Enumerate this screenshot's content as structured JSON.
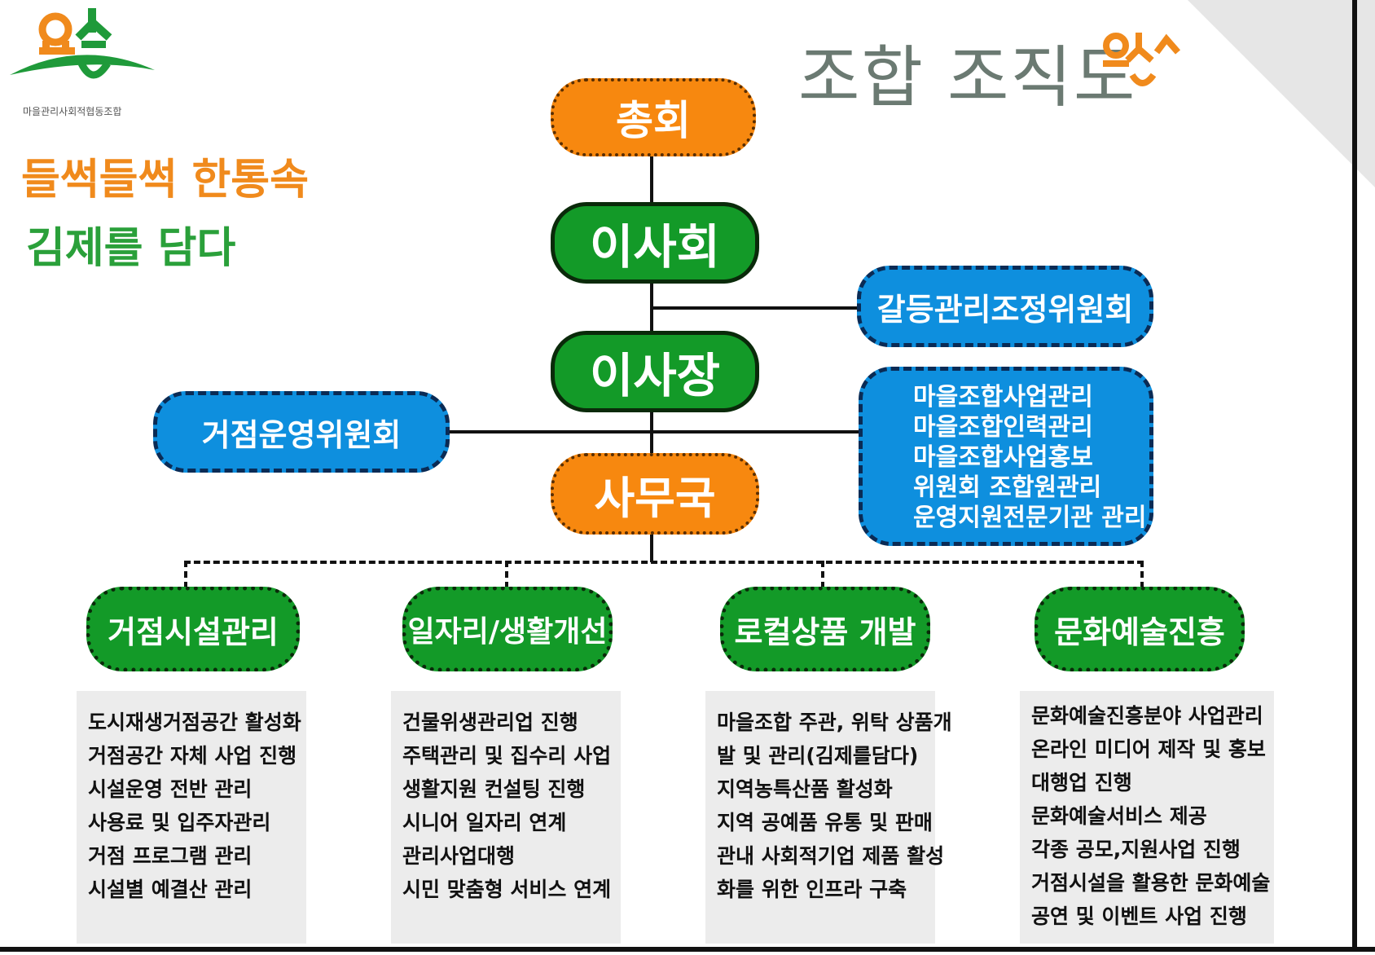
{
  "logo": {
    "subtitle": "마을관리사회적협동조합"
  },
  "slogan": {
    "line1": "들썩들썩 한통속",
    "line2": "김제를 담다"
  },
  "title": "조합 조직도",
  "nodes": {
    "general_assembly": "총회",
    "board": "이사회",
    "conflict_committee": "갈등관리조정위원회",
    "chairman": "이사장",
    "hub_committee": "거점운영위원회",
    "secretariat": "사무국"
  },
  "secretariat_duties": [
    "마을조합사업관리",
    "마을조합인력관리",
    "마을조합사업홍보",
    "위원회 조합원관리",
    "운영지원전문기관 관리"
  ],
  "departments": [
    {
      "name": "거점시설관리",
      "tasks": [
        "도시재생거점공간 활성화",
        "거점공간 자체 사업 진행",
        "시설운영 전반 관리",
        "사용료 및 입주자관리",
        "거점 프로그램 관리",
        "시설별 예결산 관리"
      ]
    },
    {
      "name": "일자리/생활개선",
      "tasks": [
        "건물위생관리업 진행",
        "주택관리 및 집수리 사업",
        "생활지원 컨설팅 진행",
        "시니어 일자리 연계",
        "관리사업대행",
        "시민 맞춤형 서비스 연계"
      ]
    },
    {
      "name": "로컬상품 개발",
      "tasks": [
        "마을조합 주관, 위탁 상품개",
        "발 및 관리(김제를담다)",
        "지역농특산품 활성화",
        "지역 공예품 유통 및 판매",
        "관내 사회적기업 제품 활성",
        "화를 위한 인프라 구축"
      ]
    },
    {
      "name": "문화예술진흥",
      "tasks": [
        "문화예술진흥분야 사업관리",
        "온라인 미디어 제작 및 홍보",
        "대행업 진행",
        "문화예술서비스 제공",
        "각종 공모,지원사업 진행",
        "거점시설을 활용한 문화예술",
        "공연  및 이벤트 사업 진행"
      ]
    }
  ],
  "colors": {
    "orange": "#f7880f",
    "green": "#139a28",
    "blue": "#0e8fde",
    "slogan_orange": "#f08a1c",
    "slogan_green": "#2aa03a",
    "title_gray": "#6b7a72",
    "desc_bg": "#ececec"
  }
}
